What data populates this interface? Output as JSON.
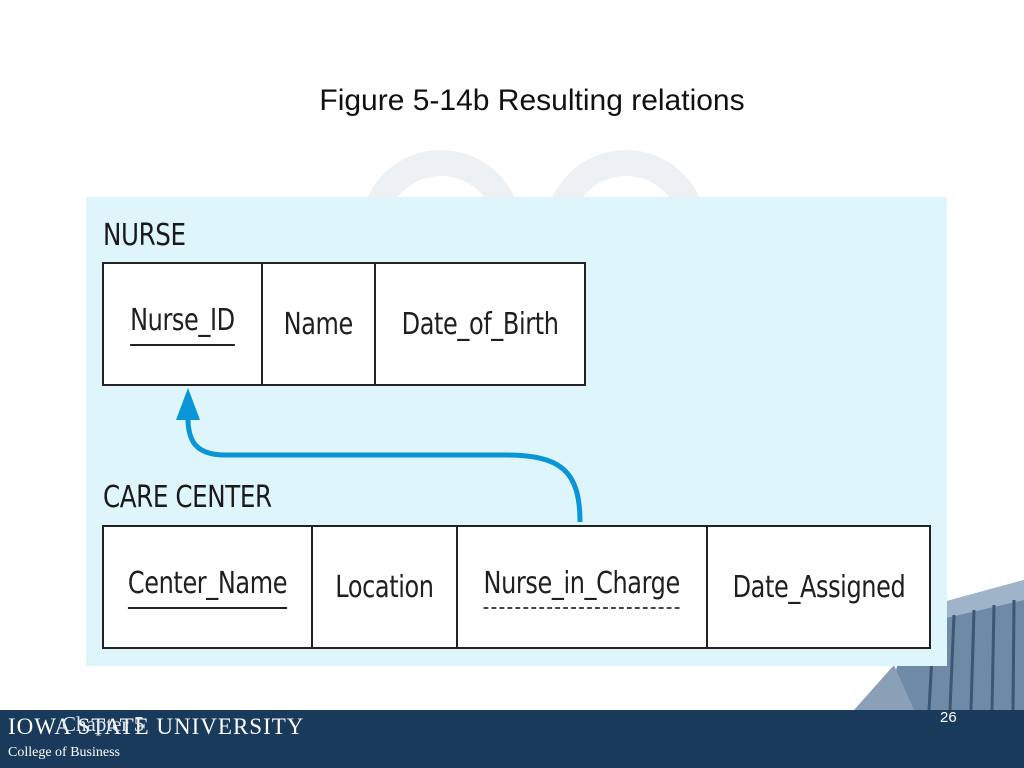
{
  "slide": {
    "title": "Figure 5-14b Resulting relations",
    "chapter": "Chapter 5",
    "page_number": "26"
  },
  "footer": {
    "university": "IOWA STATE UNIVERSITY",
    "college": "College of Business"
  },
  "relations": {
    "nurse": {
      "name": "NURSE",
      "attributes": [
        "Nurse_ID",
        "Name",
        "Date_of_Birth"
      ],
      "primary_key": "Nurse_ID"
    },
    "care_center": {
      "name": "CARE CENTER",
      "attributes": [
        "Center_Name",
        "Location",
        "Nurse_in_Charge",
        "Date_Assigned"
      ],
      "primary_key": "Center_Name",
      "foreign_key": "Nurse_in_Charge"
    }
  },
  "colors": {
    "panel": "#ddf5fb",
    "arrow": "#0a96d6",
    "footer": "#1a3a5c"
  }
}
